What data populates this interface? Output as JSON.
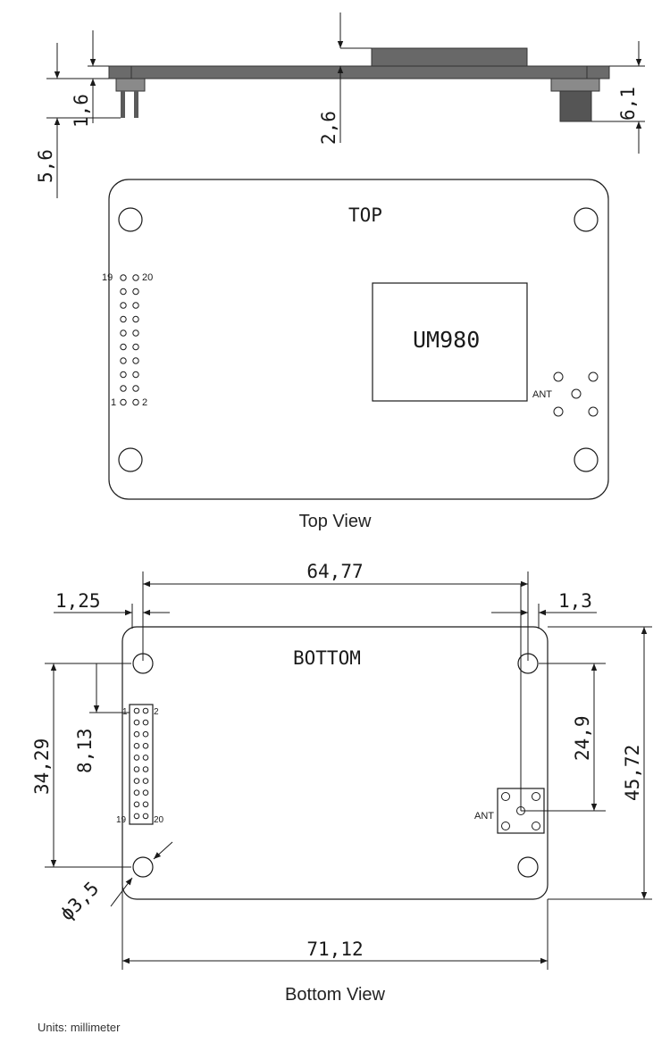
{
  "side_view": {
    "dimensions": {
      "height_total": "5,6",
      "pin_offset": "1,6",
      "module_height": "2,6",
      "connector_height": "6,1"
    }
  },
  "top_view": {
    "label": "TOP",
    "chip_label": "UM980",
    "header_labels": {
      "pin19": "19",
      "pin20": "20",
      "pin1": "1",
      "pin2": "2"
    },
    "ant_label": "ANT",
    "caption": "Top View"
  },
  "bottom_view": {
    "label": "BOTTOM",
    "header_labels": {
      "pin1": "1",
      "pin2": "2",
      "pin19": "19",
      "pin20": "20"
    },
    "ant_label": "ANT",
    "dimensions": {
      "hole_spacing": "64,77",
      "left_offset": "1,25",
      "right_offset": "1,3",
      "hole_vertical": "34,29",
      "header_offset": "8,13",
      "ant_offset": "24,9",
      "board_height": "45,72",
      "board_width": "71,12",
      "hole_diameter": "ϕ3,5"
    },
    "caption": "Bottom View"
  },
  "footer": {
    "units_note": "Units: millimeter"
  }
}
